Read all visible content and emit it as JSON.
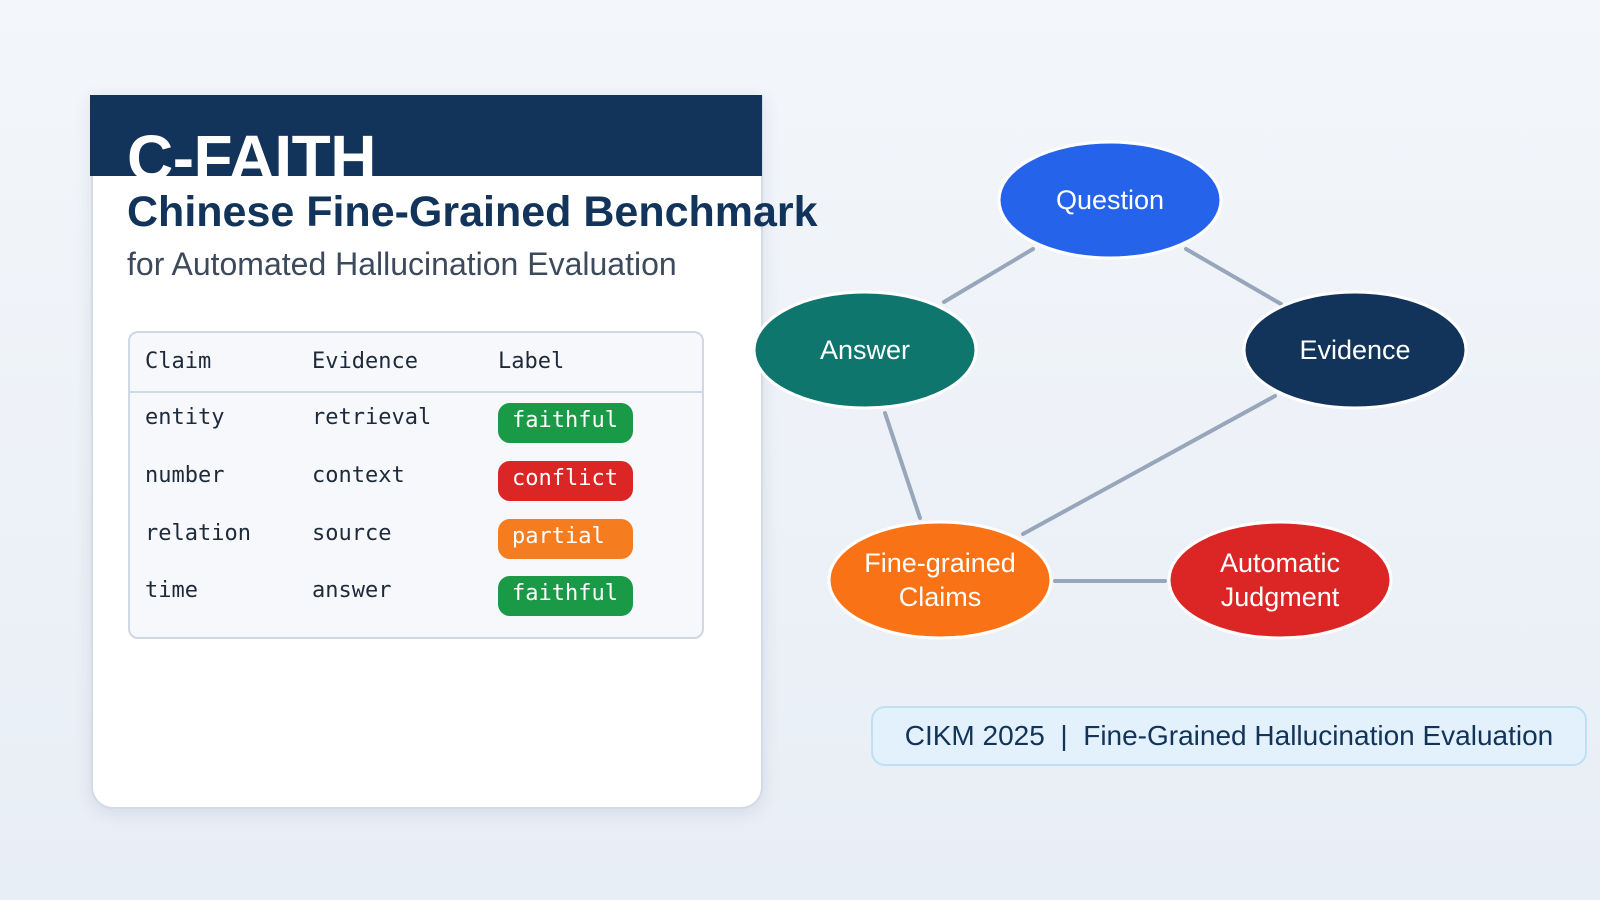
{
  "title": "C-FAITH",
  "subtitle": "Chinese Fine-Grained Benchmark",
  "tagline": "for Automated Hallucination Evaluation",
  "table": {
    "headers": [
      "Claim",
      "Evidence",
      "Label"
    ],
    "rows": [
      {
        "claim": "entity",
        "evidence": "retrieval",
        "label": "faithful",
        "label_color": "#1a9a47"
      },
      {
        "claim": "number",
        "evidence": "context",
        "label": "conflict",
        "label_color": "#dc2626"
      },
      {
        "claim": "relation",
        "evidence": "source",
        "label": "partial",
        "label_color": "#f57c1f"
      },
      {
        "claim": "time",
        "evidence": "answer",
        "label": "faithful",
        "label_color": "#1a9a47"
      }
    ]
  },
  "diagram": {
    "nodes": {
      "question": {
        "label": "Question",
        "color": "#2563eb"
      },
      "answer": {
        "label": "Answer",
        "color": "#0f766e"
      },
      "evidence": {
        "label": "Evidence",
        "color": "#12335a"
      },
      "claims": {
        "label_line1": "Fine-grained",
        "label_line2": "Claims",
        "color": "#f97316"
      },
      "judgment": {
        "label_line1": "Automatic",
        "label_line2": "Judgment",
        "color": "#dc2626"
      }
    },
    "edge_color": "#97a6bb"
  },
  "footer": "CIKM 2025  |  Fine-Grained Hallucination Evaluation",
  "colors": {
    "navy": "#12335a",
    "background": "#eef3f9"
  }
}
